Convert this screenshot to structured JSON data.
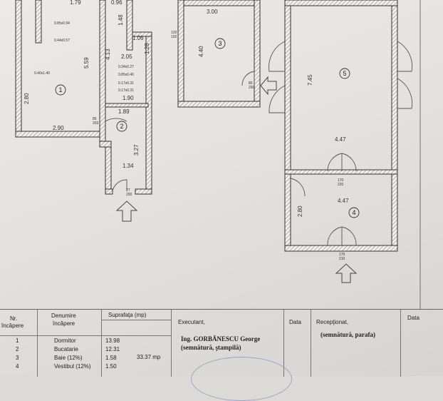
{
  "plan": {
    "dims": {
      "d179": "1.79",
      "d096": "0.96",
      "d300": "3.00",
      "d148": "1.48",
      "d106": "1.06",
      "d559": "5.59",
      "d413": "4.13",
      "d128": "1.28",
      "d205": "2.05",
      "d440": "4.40",
      "d280a": "2.80",
      "d290": "2.90",
      "d189": "1.89",
      "d190": "1.90",
      "d327": "3.27",
      "d134": "1.34",
      "d745": "7.45",
      "d447a": "4.47",
      "d447b": "4.47",
      "d280b": "2.80"
    },
    "openings": {
      "o1": "0.85x0.94",
      "o2": "0.44x0.57",
      "o3": "0.40x1.40",
      "o4": "0.34x0.27",
      "o5": "0.85x0.40",
      "o6": "0.17x0.31",
      "o7": "0.17x0.31",
      "door_a": "85",
      "door_a2": "203",
      "door_b": "77",
      "door_b2": "200",
      "door_c": "120",
      "door_c2": "192",
      "door_d": "80",
      "door_d2": "200",
      "door_e": "170",
      "door_e2": "220",
      "door_f": "170",
      "door_f2": "210"
    },
    "rooms": [
      "1",
      "2",
      "3",
      "5",
      "4"
    ]
  },
  "table": {
    "headers": {
      "nr": "Nr.",
      "incapere": "încăpere",
      "denumire": "Denumire",
      "denumire2": "încăpere",
      "suprafata": "Suprafaţa (mp)",
      "executant": "Executant,",
      "data1": "Data",
      "receptionat": "Recepţionat,",
      "data2": "Data"
    },
    "rows": [
      {
        "nr": "1",
        "name": "Dormitor",
        "area": "13.98"
      },
      {
        "nr": "2",
        "name": "Bucatarie",
        "area": "12.31"
      },
      {
        "nr": "3",
        "name": "Baie (12%)",
        "area": "1.58"
      },
      {
        "nr": "4",
        "name": "Vestibul (12%)",
        "area": "1.50"
      }
    ],
    "total": "33.37 mp",
    "executant_name": "Ing. GORBĂNESCU George",
    "executant_sign": "(semnătură, ştampilă)",
    "receptionat_sign": "(semnătură, parafa)"
  }
}
